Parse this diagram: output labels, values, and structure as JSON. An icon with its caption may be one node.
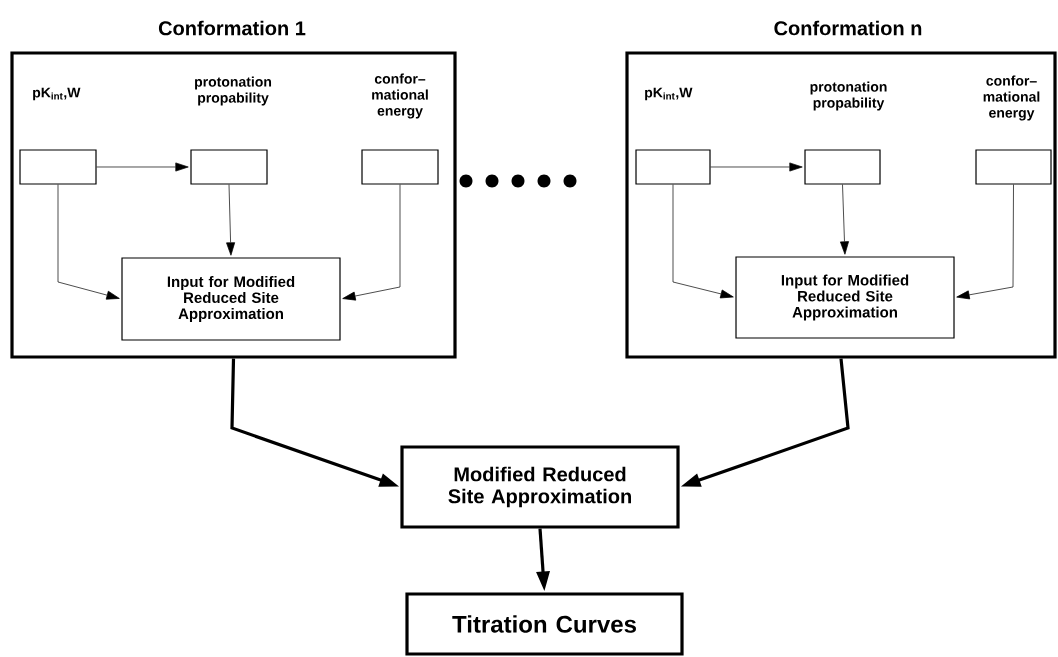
{
  "diagram": {
    "nodes": [
      {
        "text": [
          "Conformation 1"
        ]
      },
      {
        "text": [],
        "shape": "box",
        "in": 0,
        "beside": [
          "pK$_{int}$,W"
        ]
      },
      {
        "text": [],
        "shape": "box",
        "in": 0,
        "beside": [
          "protonation propability"
        ]
      },
      {
        "text": [],
        "shape": "box",
        "in": 0,
        "beside": [
          "confor– mational energy"
        ]
      },
      {
        "text": [
          "Input for Modified Reduced Site Approximation"
        ],
        "in": 0
      },
      {
        "text": [
          "Conformation n"
        ]
      },
      {
        "text": [],
        "shape": "box",
        "in": 5,
        "beside": [
          "pK$_{int}$,W"
        ]
      },
      {
        "text": [],
        "shape": "box",
        "in": 5,
        "beside": [
          "protonation propability"
        ]
      },
      {
        "text": [],
        "shape": "box",
        "in": 5,
        "beside": [
          "confor– mational energy"
        ]
      },
      {
        "text": [
          "Input for Modified Reduced Site Approximation"
        ],
        "in": 5
      },
      {
        "text": [
          "Modified Reduced Site Approximation"
        ]
      },
      {
        "text": [
          "Titration Curves"
        ]
      }
    ],
    "edges": [
      {
        "from": 1,
        "to": 2,
        "arrow": "to"
      },
      {
        "from": 1,
        "to": 4,
        "arrow": "to"
      },
      {
        "from": 2,
        "to": 4,
        "arrow": "to"
      },
      {
        "from": 3,
        "to": 4,
        "arrow": "to"
      },
      {
        "from": 6,
        "to": 7,
        "arrow": "to"
      },
      {
        "from": 6,
        "to": 9,
        "arrow": "to"
      },
      {
        "from": 7,
        "to": 9,
        "arrow": "to"
      },
      {
        "from": 8,
        "to": 9,
        "arrow": "to"
      },
      {
        "from": 0,
        "to": 10,
        "arrow": "to",
        "style": "thick"
      },
      {
        "from": 5,
        "to": 10,
        "arrow": "to",
        "style": "thick"
      },
      {
        "from": 10,
        "to": 11,
        "arrow": "to",
        "style": "thick"
      }
    ]
  }
}
